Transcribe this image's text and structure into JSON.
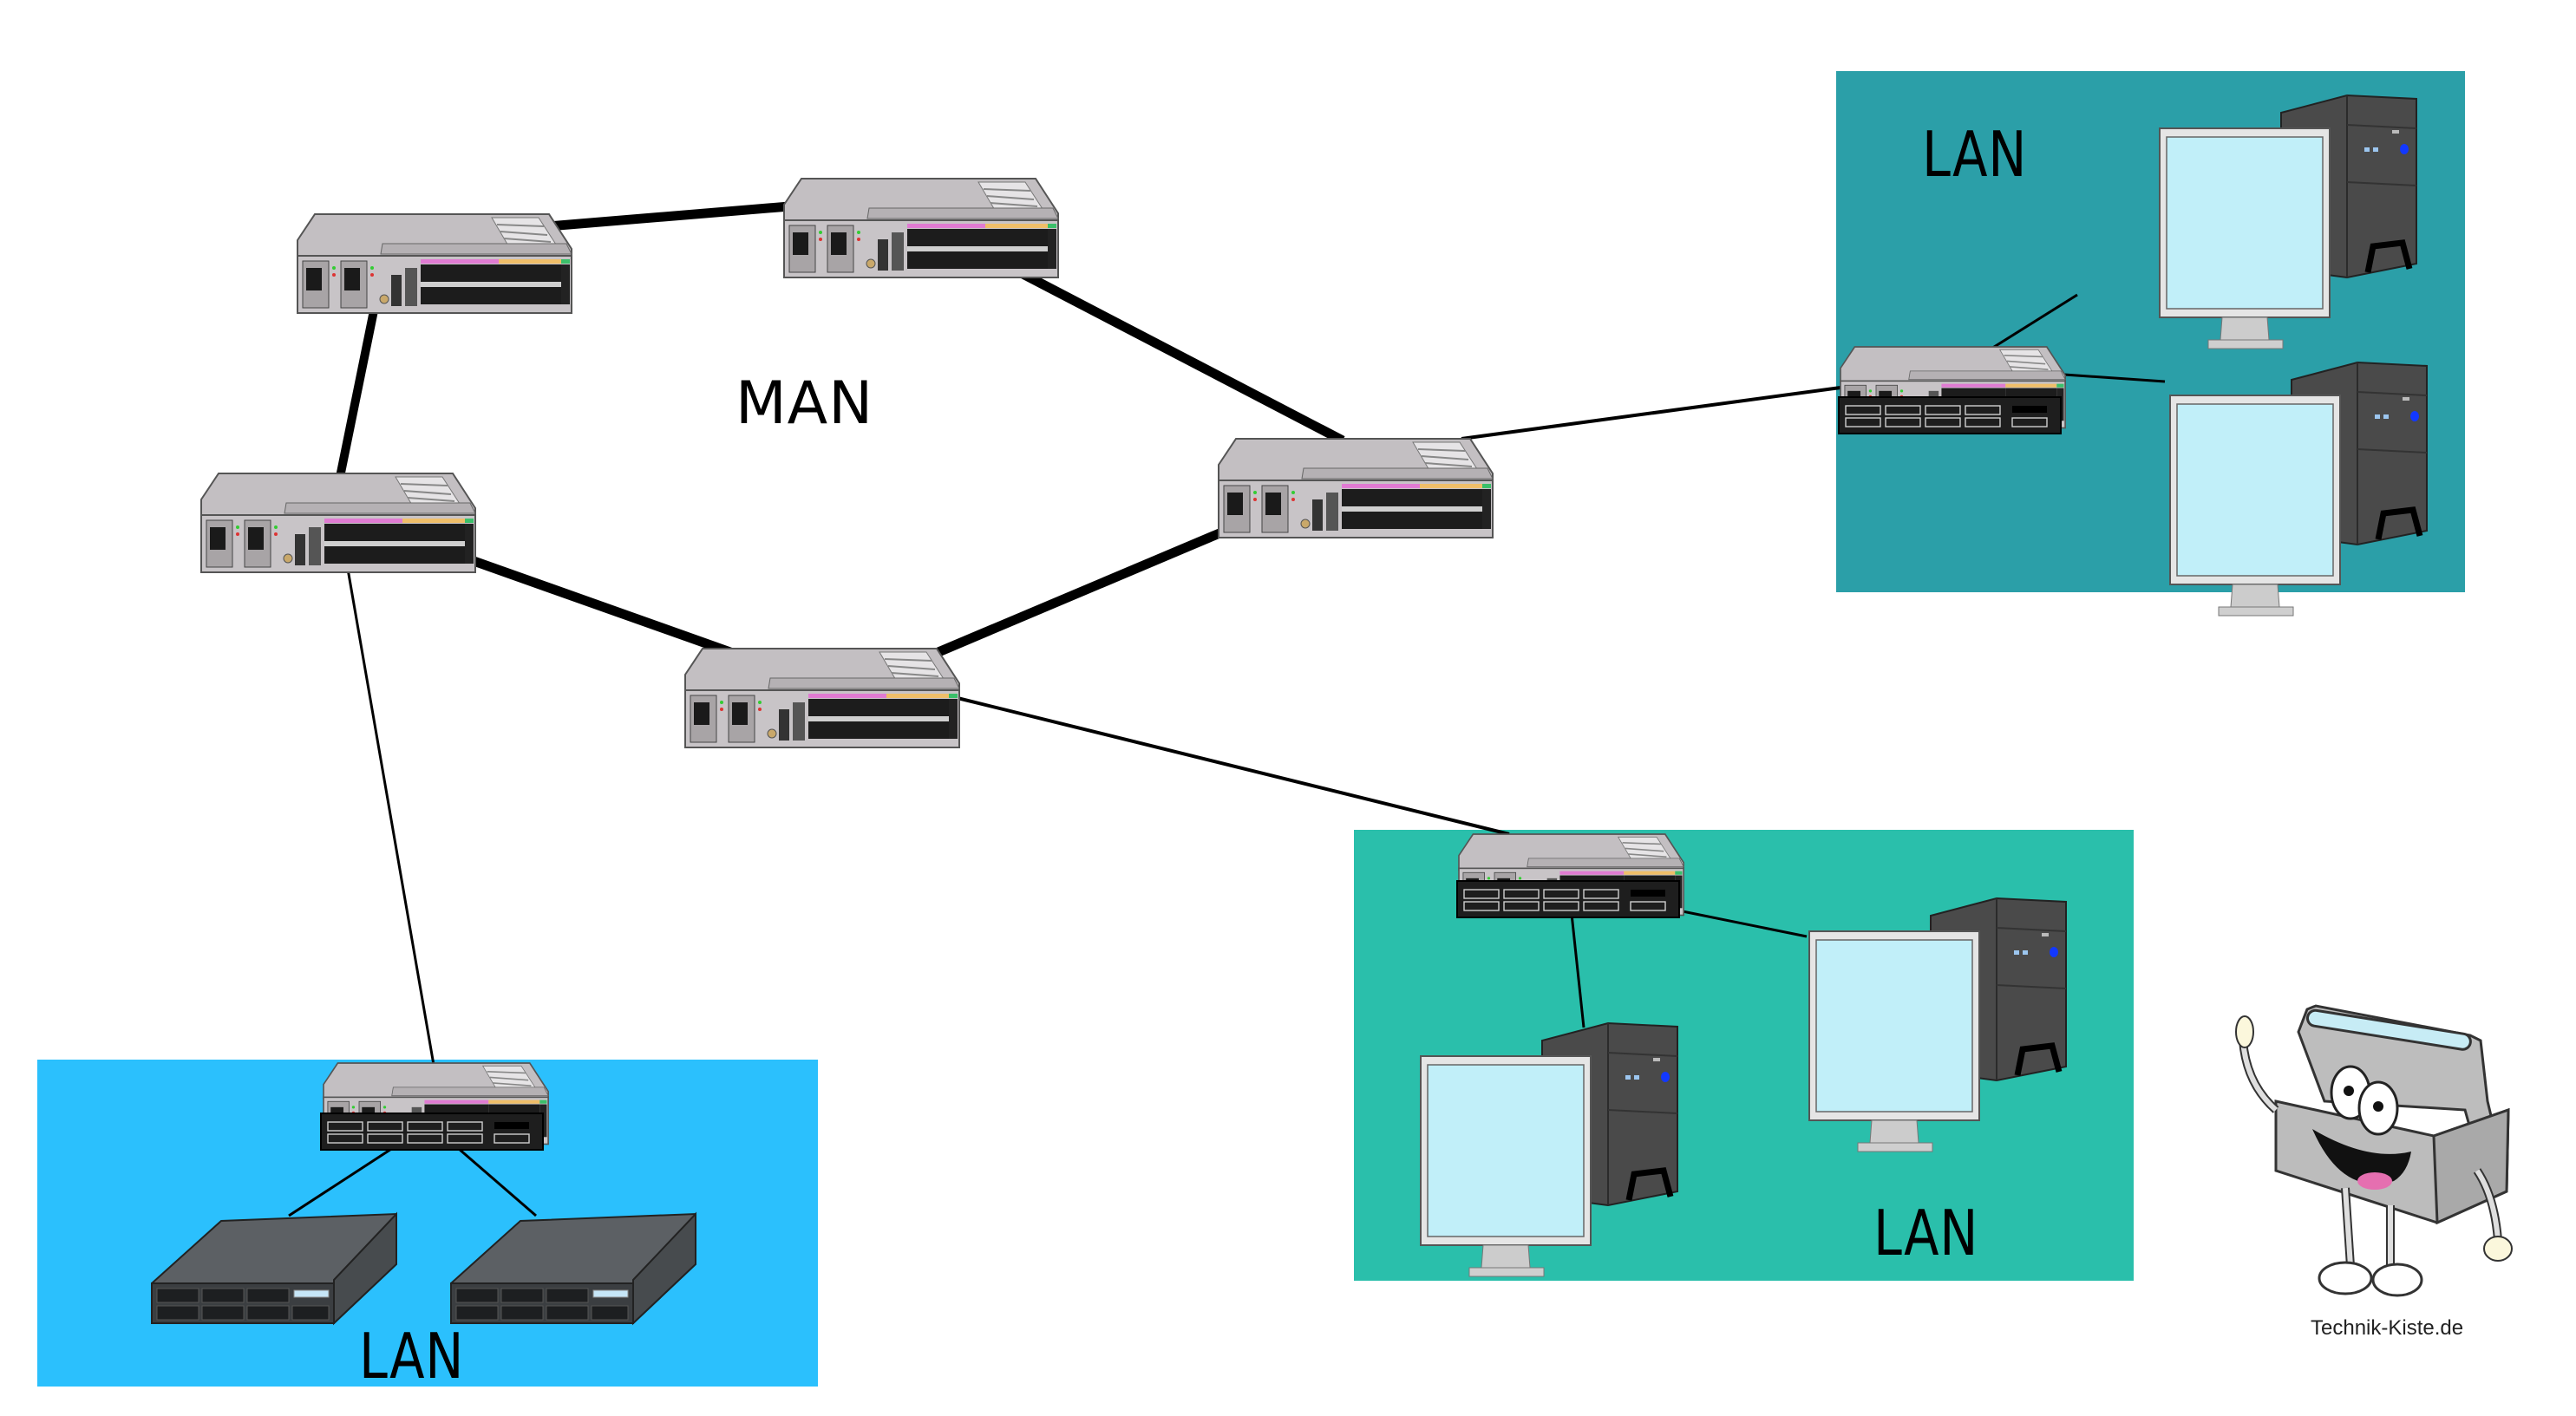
{
  "diagram": {
    "title": "MAN",
    "colors": {
      "background": "#ffffff",
      "lan_servers_bg": "#2bc0fd",
      "lan_bottom_pcs_bg": "#2abfab",
      "lan_top_pcs_bg": "#2b9fa8",
      "backbone_link": "#000000",
      "router_body": "#c3bfc2",
      "switch_body": "#1e1e1e",
      "monitor_screen": "#c1eff9",
      "tower": "#4a4a4a"
    },
    "networks": [
      {
        "id": "lan-servers",
        "label": "LAN",
        "devices": [
          "switch-stack",
          "server",
          "server"
        ]
      },
      {
        "id": "lan-bottom-pcs",
        "label": "LAN",
        "devices": [
          "switch-stack",
          "desktop-pc",
          "desktop-pc"
        ]
      },
      {
        "id": "lan-top-pcs",
        "label": "LAN",
        "devices": [
          "switch-stack",
          "desktop-pc",
          "desktop-pc"
        ]
      }
    ],
    "man_routers": [
      "router-a",
      "router-b",
      "router-c",
      "router-d",
      "router-e"
    ],
    "links": [
      {
        "from": "router-a",
        "to": "router-b",
        "type": "backbone"
      },
      {
        "from": "router-a",
        "to": "router-c",
        "type": "backbone"
      },
      {
        "from": "router-b",
        "to": "router-d",
        "type": "backbone"
      },
      {
        "from": "router-c",
        "to": "router-e",
        "type": "backbone"
      },
      {
        "from": "router-e",
        "to": "router-d",
        "type": "backbone"
      },
      {
        "from": "router-c",
        "to": "lan-servers",
        "type": "access"
      },
      {
        "from": "router-e",
        "to": "lan-bottom-pcs",
        "type": "access"
      },
      {
        "from": "router-d",
        "to": "lan-top-pcs",
        "type": "access"
      }
    ],
    "mascot": {
      "name": "toolbox-mascot",
      "caption": "Technik-Kiste.de"
    }
  }
}
